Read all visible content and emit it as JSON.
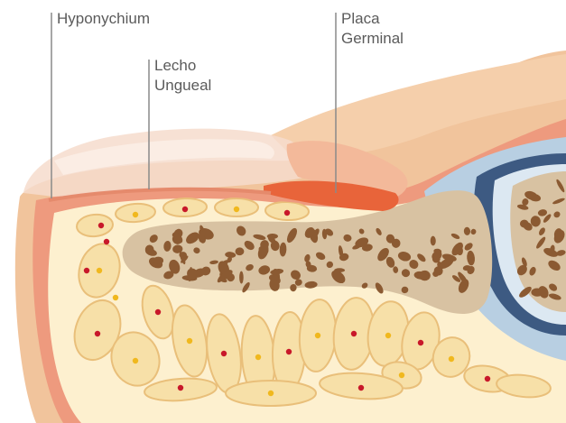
{
  "labels": {
    "hyponychium": [
      "Hyponychium"
    ],
    "lecho": [
      "Lecho",
      "Ungueal"
    ],
    "placa": [
      "Placa",
      "Germinal"
    ]
  },
  "colors": {
    "skin": "#f1c49c",
    "skin_dark": "#e8ad82",
    "dermis_pink": "#ee9a7e",
    "fat_light": "#fdf0cf",
    "fat_lobule": "#f7e0a8",
    "lobule_border": "#e9bf7a",
    "bone": "#d8c2a2",
    "bone_pore": "#8b5a32",
    "joint_blue": "#b8cfe2",
    "joint_dark": "#3d5a82",
    "nail": "#f6dccd",
    "germinal": "#e8643a",
    "dot_red": "#c8182a",
    "dot_yellow": "#f0b81e",
    "leader_line": "#8a8a8a",
    "label_text": "#5b5b5b"
  }
}
